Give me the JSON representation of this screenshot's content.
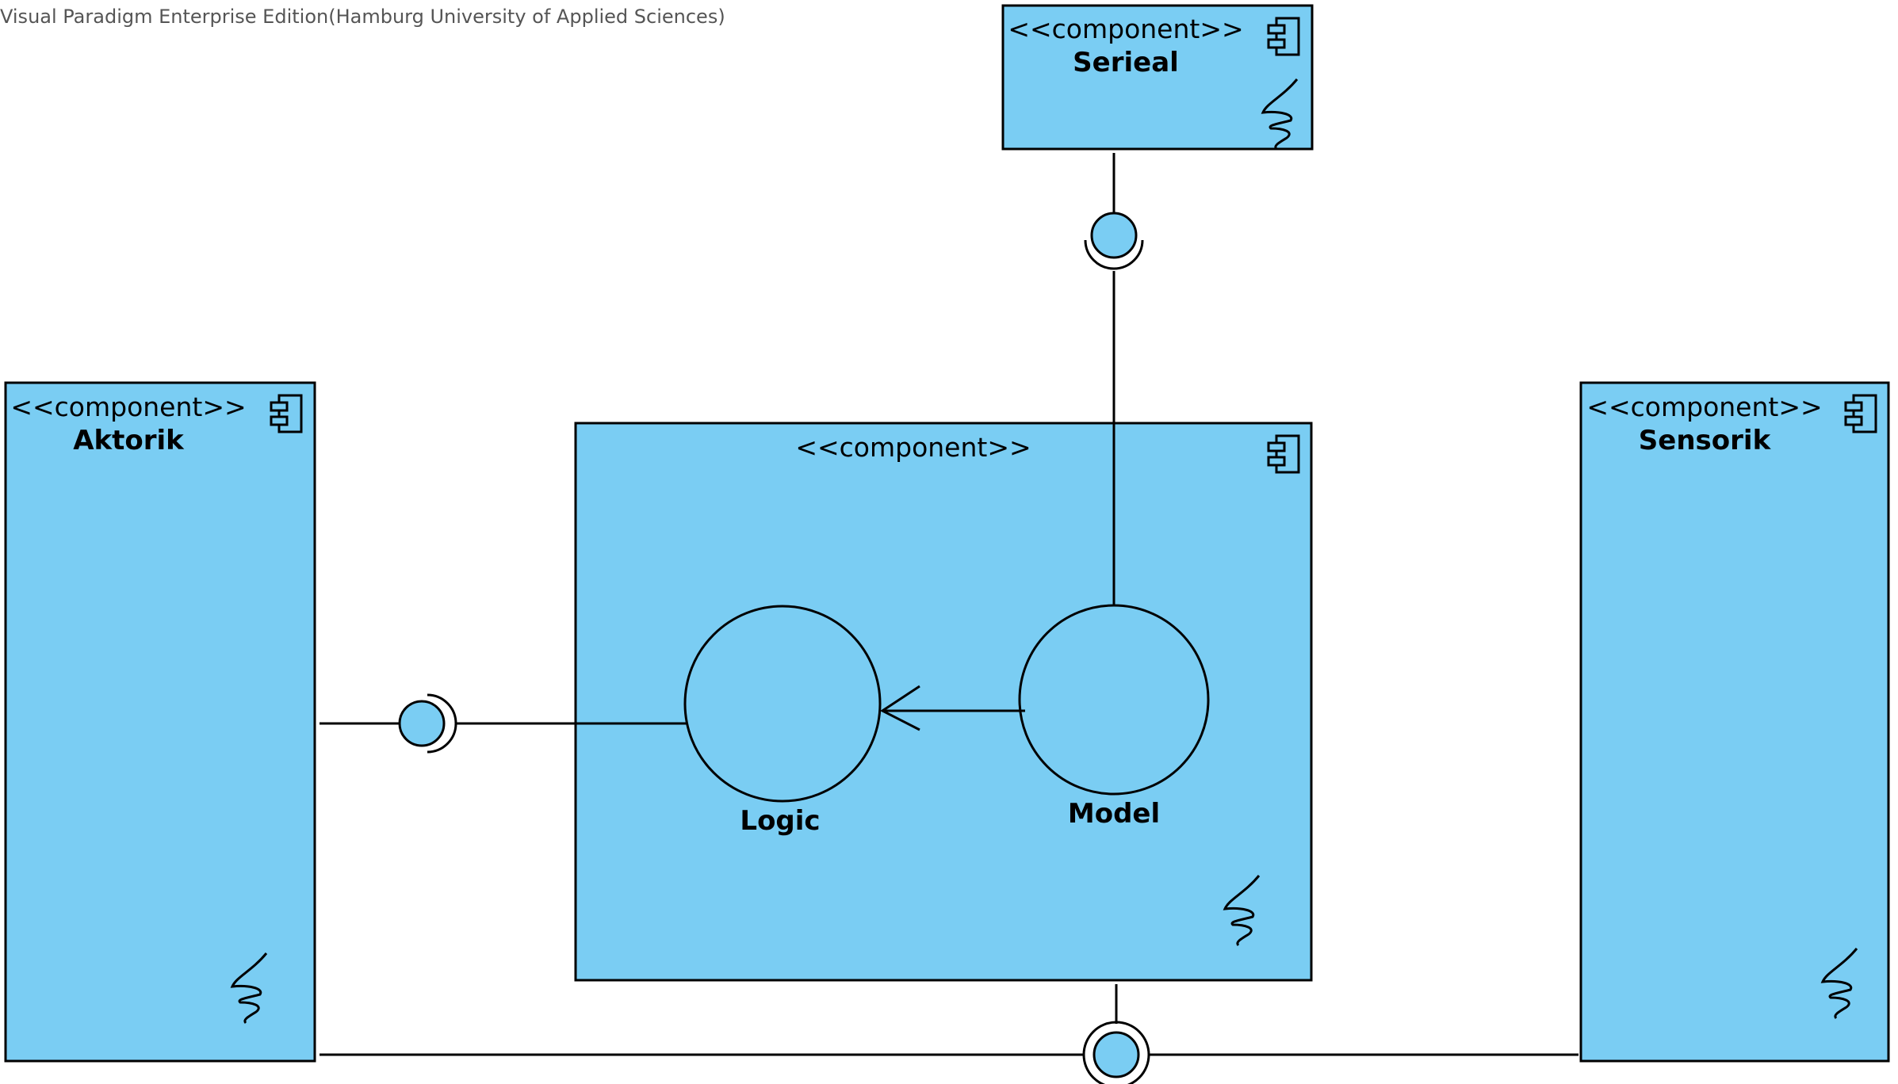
{
  "watermark": "Visual Paradigm Enterprise Edition(Hamburg University of Applied Sciences)",
  "colors": {
    "fill": "#7ACDF3",
    "stroke": "#000000"
  },
  "components": {
    "serieal": {
      "stereotype": "<<component>>",
      "name": "Serieal"
    },
    "aktorik": {
      "stereotype": "<<component>>",
      "name": "Aktorik"
    },
    "main": {
      "stereotype": "<<component>>"
    },
    "sensorik": {
      "stereotype": "<<component>>",
      "name": "Sensorik"
    }
  },
  "classes": {
    "logic": {
      "name": "Logic"
    },
    "model": {
      "name": "Model"
    }
  }
}
